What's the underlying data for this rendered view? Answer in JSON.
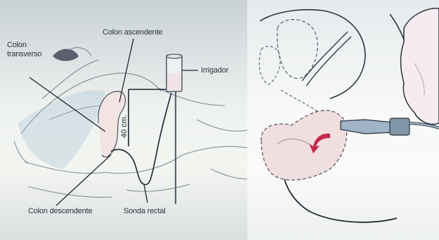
{
  "labels": {
    "colon_transverso_line1": "Colon",
    "colon_transverso_line2": "transverso",
    "colon_ascendente": "Colon ascendente",
    "irrigador": "Irrigador",
    "colon_descendente": "Colon descendente",
    "sonda_rectal": "Sonda rectal",
    "distance": "40 cm."
  },
  "colors": {
    "line": "#1f2530",
    "sketch": "#55606e",
    "skin": "#f1dede",
    "accent": "#c4284a"
  }
}
